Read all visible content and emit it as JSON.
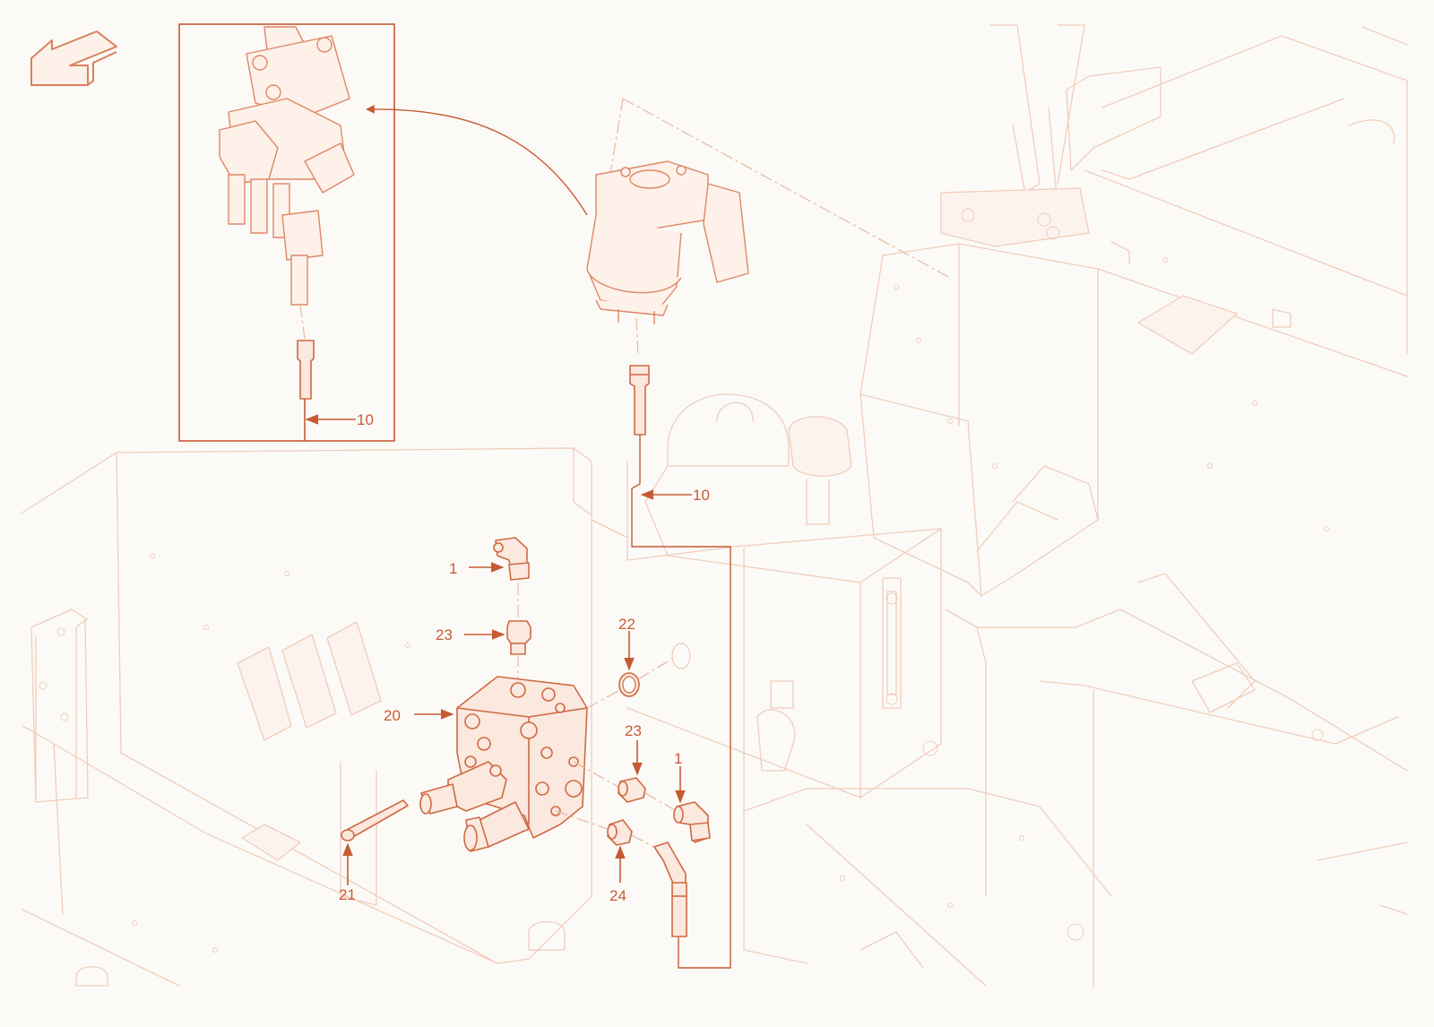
{
  "diagram": {
    "callouts": [
      {
        "id": "inset-10",
        "text": "10"
      },
      {
        "id": "main-10",
        "text": "10"
      },
      {
        "id": "c1-top",
        "text": "1"
      },
      {
        "id": "c23-top",
        "text": "23"
      },
      {
        "id": "c22",
        "text": "22"
      },
      {
        "id": "c20",
        "text": "20"
      },
      {
        "id": "c23-mid",
        "text": "23"
      },
      {
        "id": "c1-mid",
        "text": "1"
      },
      {
        "id": "c21",
        "text": "21"
      },
      {
        "id": "c24",
        "text": "24"
      }
    ],
    "colors": {
      "accent": "#c65a33",
      "outline": "#f0cdbd",
      "background": "#fcfaf6"
    },
    "icons": [
      "back-arrow-icon"
    ]
  }
}
